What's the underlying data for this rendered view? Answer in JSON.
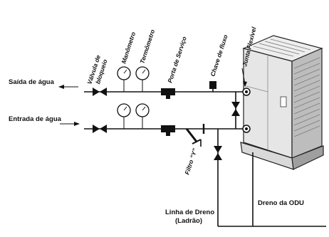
{
  "labels": {
    "water_outlet": "Saída de água",
    "water_inlet": "Entrada de água",
    "shutoff_valve_line1": "Válvula de",
    "shutoff_valve_line2": "bloqueio",
    "pressure_gauge": "Manômetro",
    "thermometer": "Termômetro",
    "service_port": "Porta de Serviço",
    "flow_switch": "Chave de fluxo",
    "flexible_joint": "Junta Flexível",
    "y_filter": "Filtro “Y”",
    "drain_line_line1": "Linha de Dreno",
    "drain_line_line2": "(Ladrão)",
    "odu_drain": "Dreno da ODU"
  },
  "colors": {
    "line": "#111111",
    "unit_light": "#e9e9e9",
    "unit_mid": "#cfcfcf",
    "unit_dark": "#9a9a9a"
  }
}
